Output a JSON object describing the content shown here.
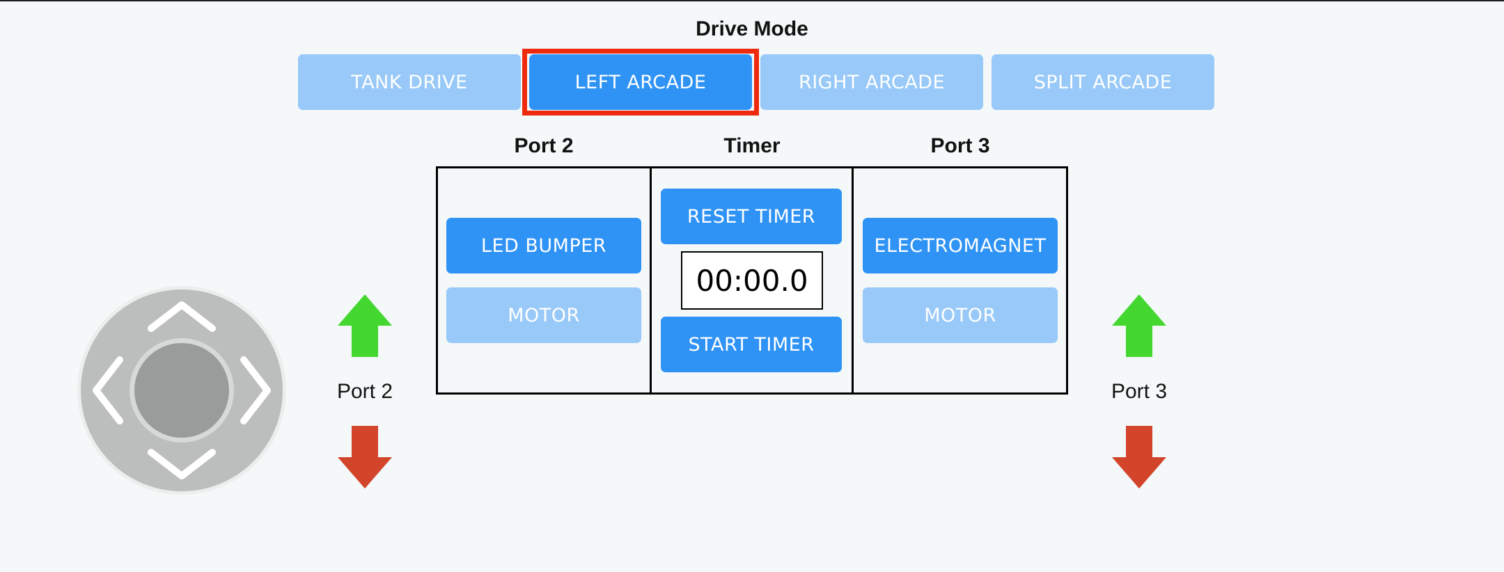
{
  "drive_mode": {
    "title": "Drive Mode",
    "modes": [
      "TANK DRIVE",
      "LEFT ARCADE",
      "RIGHT ARCADE",
      "SPLIT ARCADE"
    ],
    "selected": "LEFT ARCADE"
  },
  "panel": {
    "port2": {
      "header": "Port 2",
      "led_bumper": "LED BUMPER",
      "motor": "MOTOR"
    },
    "timer": {
      "header": "Timer",
      "reset": "RESET TIMER",
      "display": "00:00.0",
      "start": "START TIMER"
    },
    "port3": {
      "header": "Port 3",
      "electromagnet": "ELECTROMAGNET",
      "motor": "MOTOR"
    }
  },
  "side_controls": {
    "left_label": "Port 2",
    "right_label": "Port 3"
  },
  "colors": {
    "accent": "#2f93f5",
    "inactive": "#98c9f8",
    "highlight": "#ee2a0e",
    "up_arrow": "#44d730",
    "down_arrow": "#d2452a",
    "joystick": "#bcbdbd"
  },
  "icons": {
    "up": "arrow-up-icon",
    "down": "arrow-down-icon",
    "joystick": "joystick-dpad-icon"
  }
}
